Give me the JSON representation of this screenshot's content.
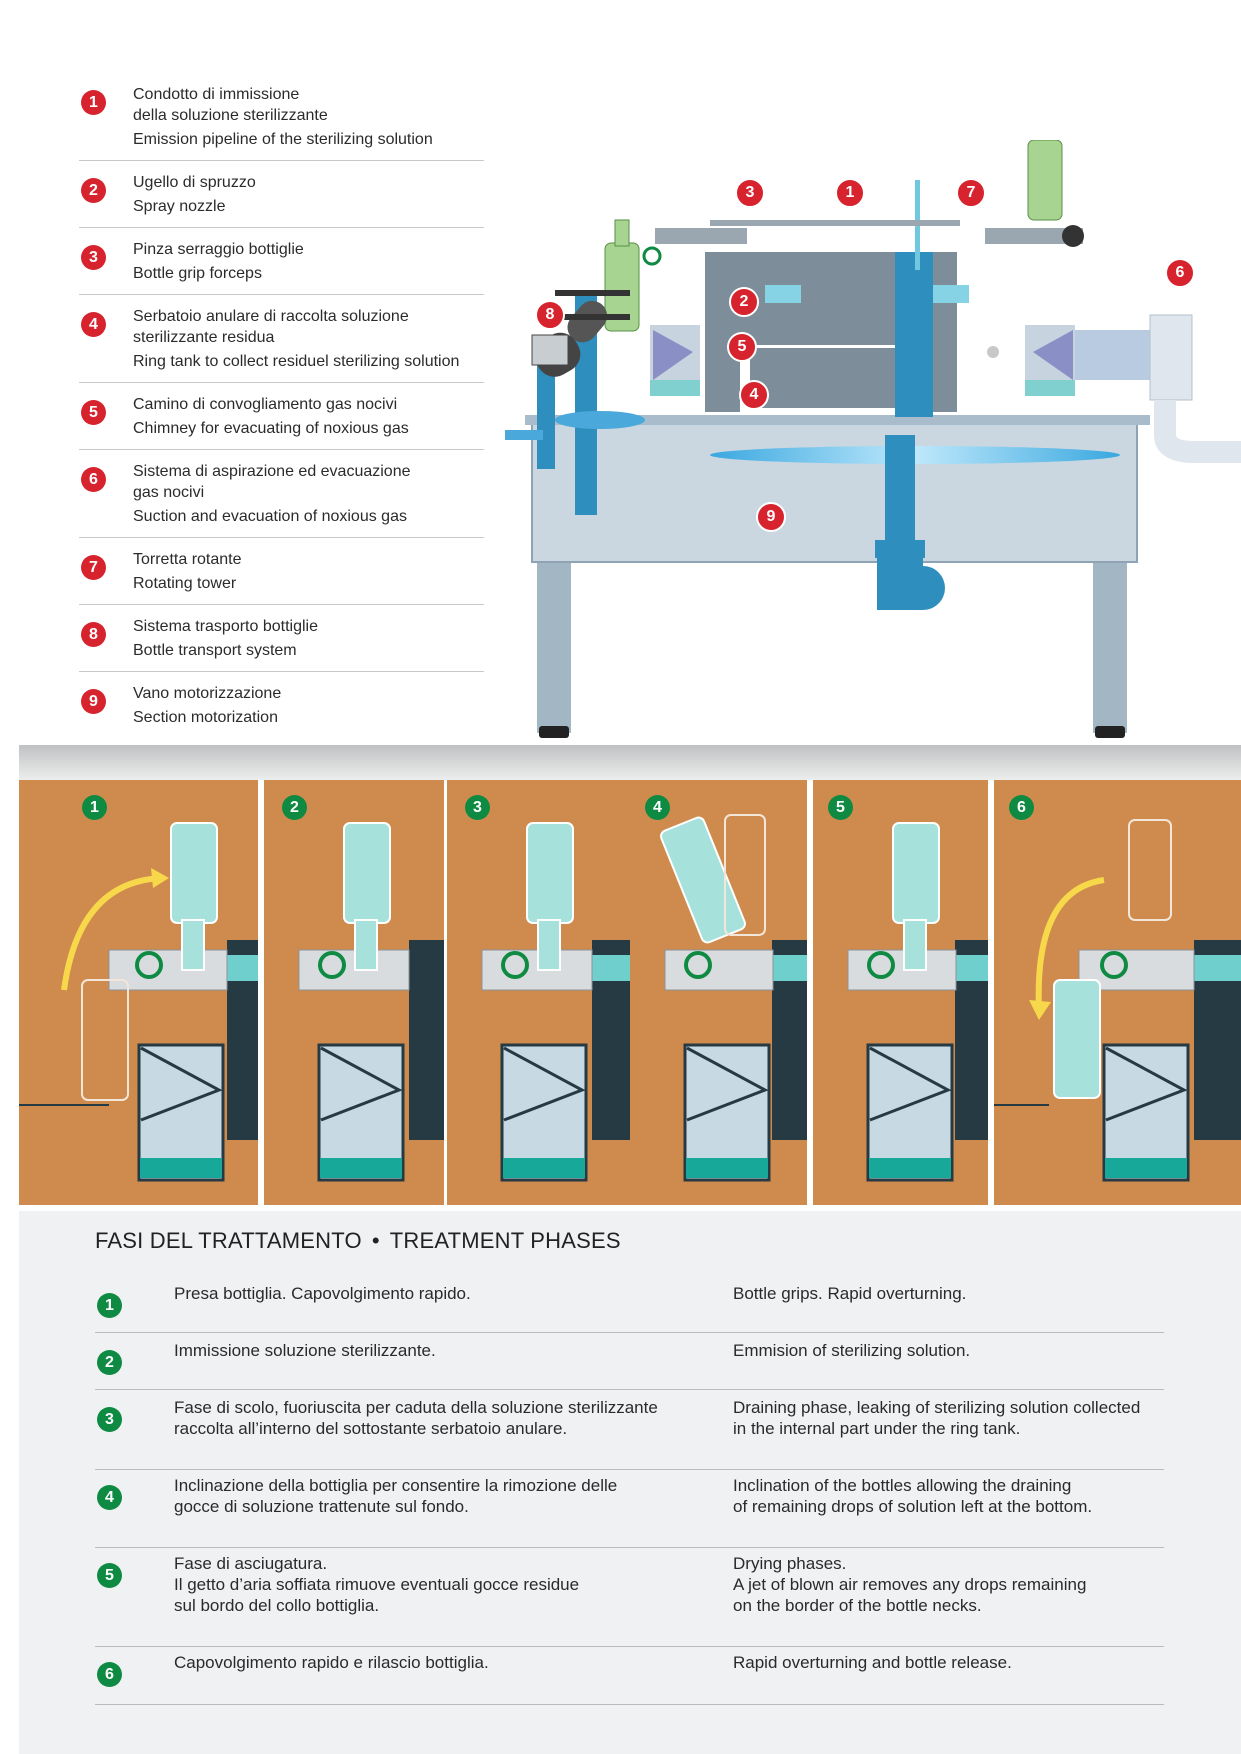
{
  "legend": [
    {
      "num": "1",
      "it": "Condotto di immissione\ndella soluzione sterilizzante",
      "en": "Emission pipeline of the sterilizing solution"
    },
    {
      "num": "2",
      "it": "Ugello di spruzzo",
      "en": "Spray nozzle"
    },
    {
      "num": "3",
      "it": "Pinza serraggio bottiglie",
      "en": "Bottle grip forceps"
    },
    {
      "num": "4",
      "it": "Serbatoio anulare di raccolta soluzione\nsterilizzante residua",
      "en": "Ring tank to collect residuel sterilizing solution"
    },
    {
      "num": "5",
      "it": "Camino di convogliamento gas nocivi",
      "en": "Chimney for evacuating of noxious gas"
    },
    {
      "num": "6",
      "it": "Sistema di aspirazione ed evacuazione\ngas nocivi",
      "en": "Suction and evacuation of noxious gas"
    },
    {
      "num": "7",
      "it": "Torretta rotante",
      "en": "Rotating tower"
    },
    {
      "num": "8",
      "it": "Sistema trasporto bottiglie",
      "en": "Bottle transport system"
    },
    {
      "num": "9",
      "it": "Vano motorizzazione",
      "en": "Section motorization"
    }
  ],
  "machine_callouts": [
    "3",
    "1",
    "7",
    "6",
    "8",
    "2",
    "5",
    "4",
    "9"
  ],
  "phase_panels": [
    "1",
    "2",
    "3",
    "4",
    "5",
    "6"
  ],
  "phases_title_it": "FASI DEL TRATTAMENTO",
  "phases_sep": "•",
  "phases_title_en": "TREATMENT PHASES",
  "phases": [
    {
      "num": "1",
      "it": "Presa bottiglia. Capovolgimento rapido.",
      "en": "Bottle grips. Rapid overturning."
    },
    {
      "num": "2",
      "it": "Immissione soluzione sterilizzante.",
      "en": "Emmision of sterilizing solution."
    },
    {
      "num": "3",
      "it": "Fase di scolo, fuoriuscita per caduta della soluzione sterilizzante\nraccolta all’interno del sottostante serbatoio anulare.",
      "en": "Draining phase, leaking of sterilizing solution collected\nin the internal part under the ring tank."
    },
    {
      "num": "4",
      "it": "Inclinazione della bottiglia per consentire la rimozione delle\ngocce di soluzione trattenute sul fondo.",
      "en": "Inclination of the bottles allowing the draining\nof remaining drops of solution left at the bottom."
    },
    {
      "num": "5",
      "it": "Fase di asciugatura.\nIl getto d’aria soffiata rimuove eventuali gocce residue\nsul bordo del collo bottiglia.",
      "en": "Drying phases.\nA jet of blown air removes any drops remaining\non the border of the bottle necks."
    },
    {
      "num": "6",
      "it": "Capovolgimento rapido e rilascio bottiglia.",
      "en": "Rapid overturning and bottle release."
    }
  ],
  "colors": {
    "callout_red": "#d7232d",
    "phase_green": "#0f8a43",
    "panel_orange": "#cf8a4d",
    "machine_blue": "#2e8fbf"
  }
}
